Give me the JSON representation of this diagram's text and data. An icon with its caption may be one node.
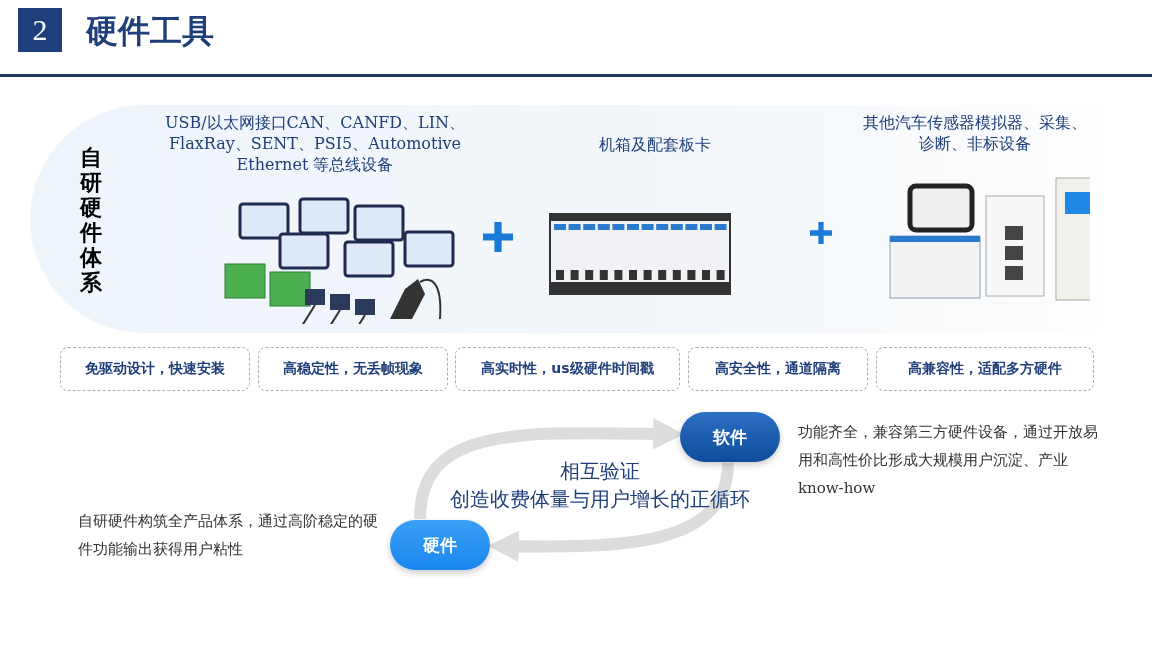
{
  "diagram": {
    "title": "硬件工具",
    "nodes": [
      {
        "text": [
          "自研硬件体系"
        ]
      },
      {
        "text": [
          "USB/以太网接口CAN、CANFD、LIN、FlaxRay、SENT、PSI5、Automotive Ethernet 等总线设备"
        ],
        "in": 0
      },
      {
        "text": [
          "机箱及配套板卡"
        ],
        "in": 0
      },
      {
        "text": [
          "其他汽车传感器模拟器、采集、诊断、非标设备"
        ],
        "in": 0
      },
      {
        "text": [
          "免驱动设计，快速安装"
        ]
      },
      {
        "text": [
          "高稳定性，无丢帧现象"
        ]
      },
      {
        "text": [
          "高实时性，us级硬件时间戳"
        ]
      },
      {
        "text": [
          "高安全性，通道隔离"
        ]
      },
      {
        "text": [
          "高兼容性，适配多方硬件"
        ]
      },
      {
        "text": [
          "软件"
        ],
        "beside": [
          "功能齐全，兼容第三方硬件设备，通过开放易用和高性价比形成大规模用户沉淀、产业know-how"
        ]
      },
      {
        "text": [
          "硬件"
        ],
        "beside": [
          "自研硬件构筑全产品体系，通过高阶稳定的硬件功能输出获得用户粘性"
        ]
      }
    ],
    "edges": [
      {
        "from": 10,
        "to": 9,
        "arrow": "to"
      },
      {
        "from": 9,
        "to": 10,
        "arrow": "to"
      }
    ],
    "labels": [
      "2",
      "相互验证",
      "创造收费体量与用户增长的正循环"
    ]
  }
}
